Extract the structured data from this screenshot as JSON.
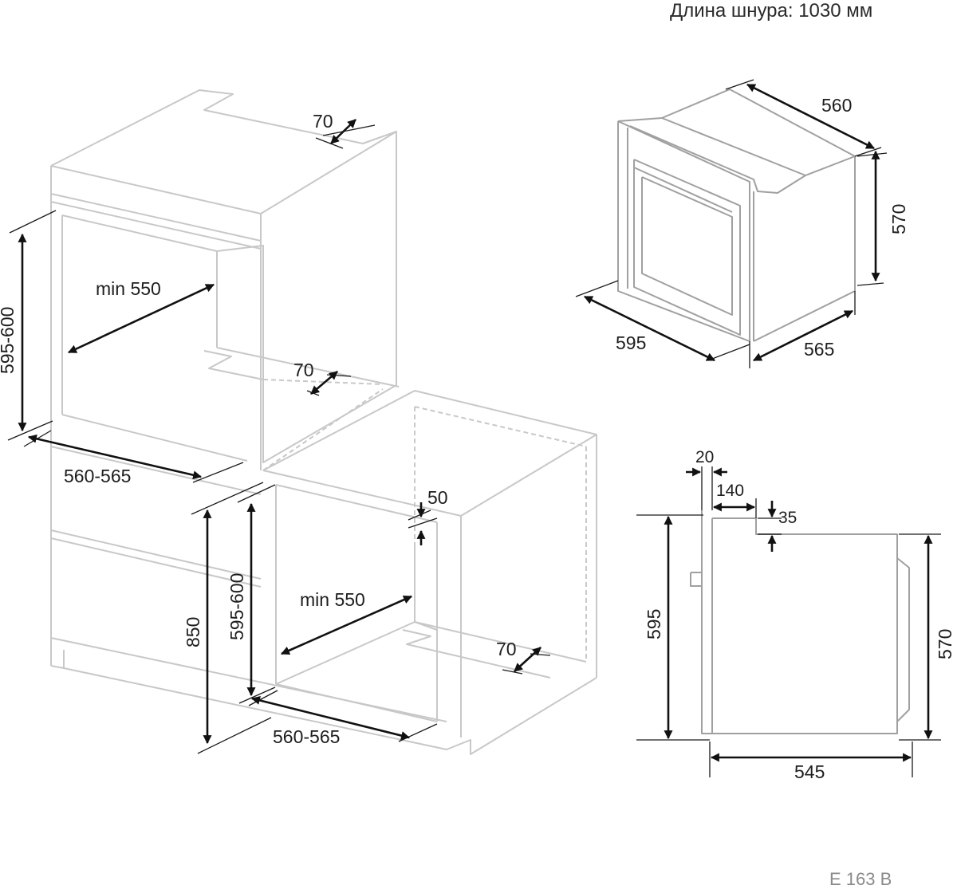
{
  "header": {
    "cord_length": "Длина шнура: 1030 мм"
  },
  "footer": {
    "model": "E 163 B"
  },
  "upper_install": {
    "top_vent": "70",
    "rear_vent": "70",
    "depth_min": "min 550",
    "height_range": "595-600",
    "width_range": "560-565"
  },
  "lower_install": {
    "gap": "50",
    "depth_min": "min 550",
    "height_range": "595-600",
    "cabinet_height": "850",
    "width_range": "560-565",
    "rear_vent": "70"
  },
  "oven_iso": {
    "depth": "560",
    "height": "570",
    "front_width": "595",
    "body_depth": "565"
  },
  "oven_side": {
    "panel_thickness": "20",
    "top_recess_depth": "140",
    "top_recess_height": "35",
    "front_height": "595",
    "body_height": "570",
    "body_depth": "545"
  },
  "colors": {
    "cabinet": "#c8c8c8",
    "oven": "#a0a0a0",
    "dimension": "#111111"
  }
}
